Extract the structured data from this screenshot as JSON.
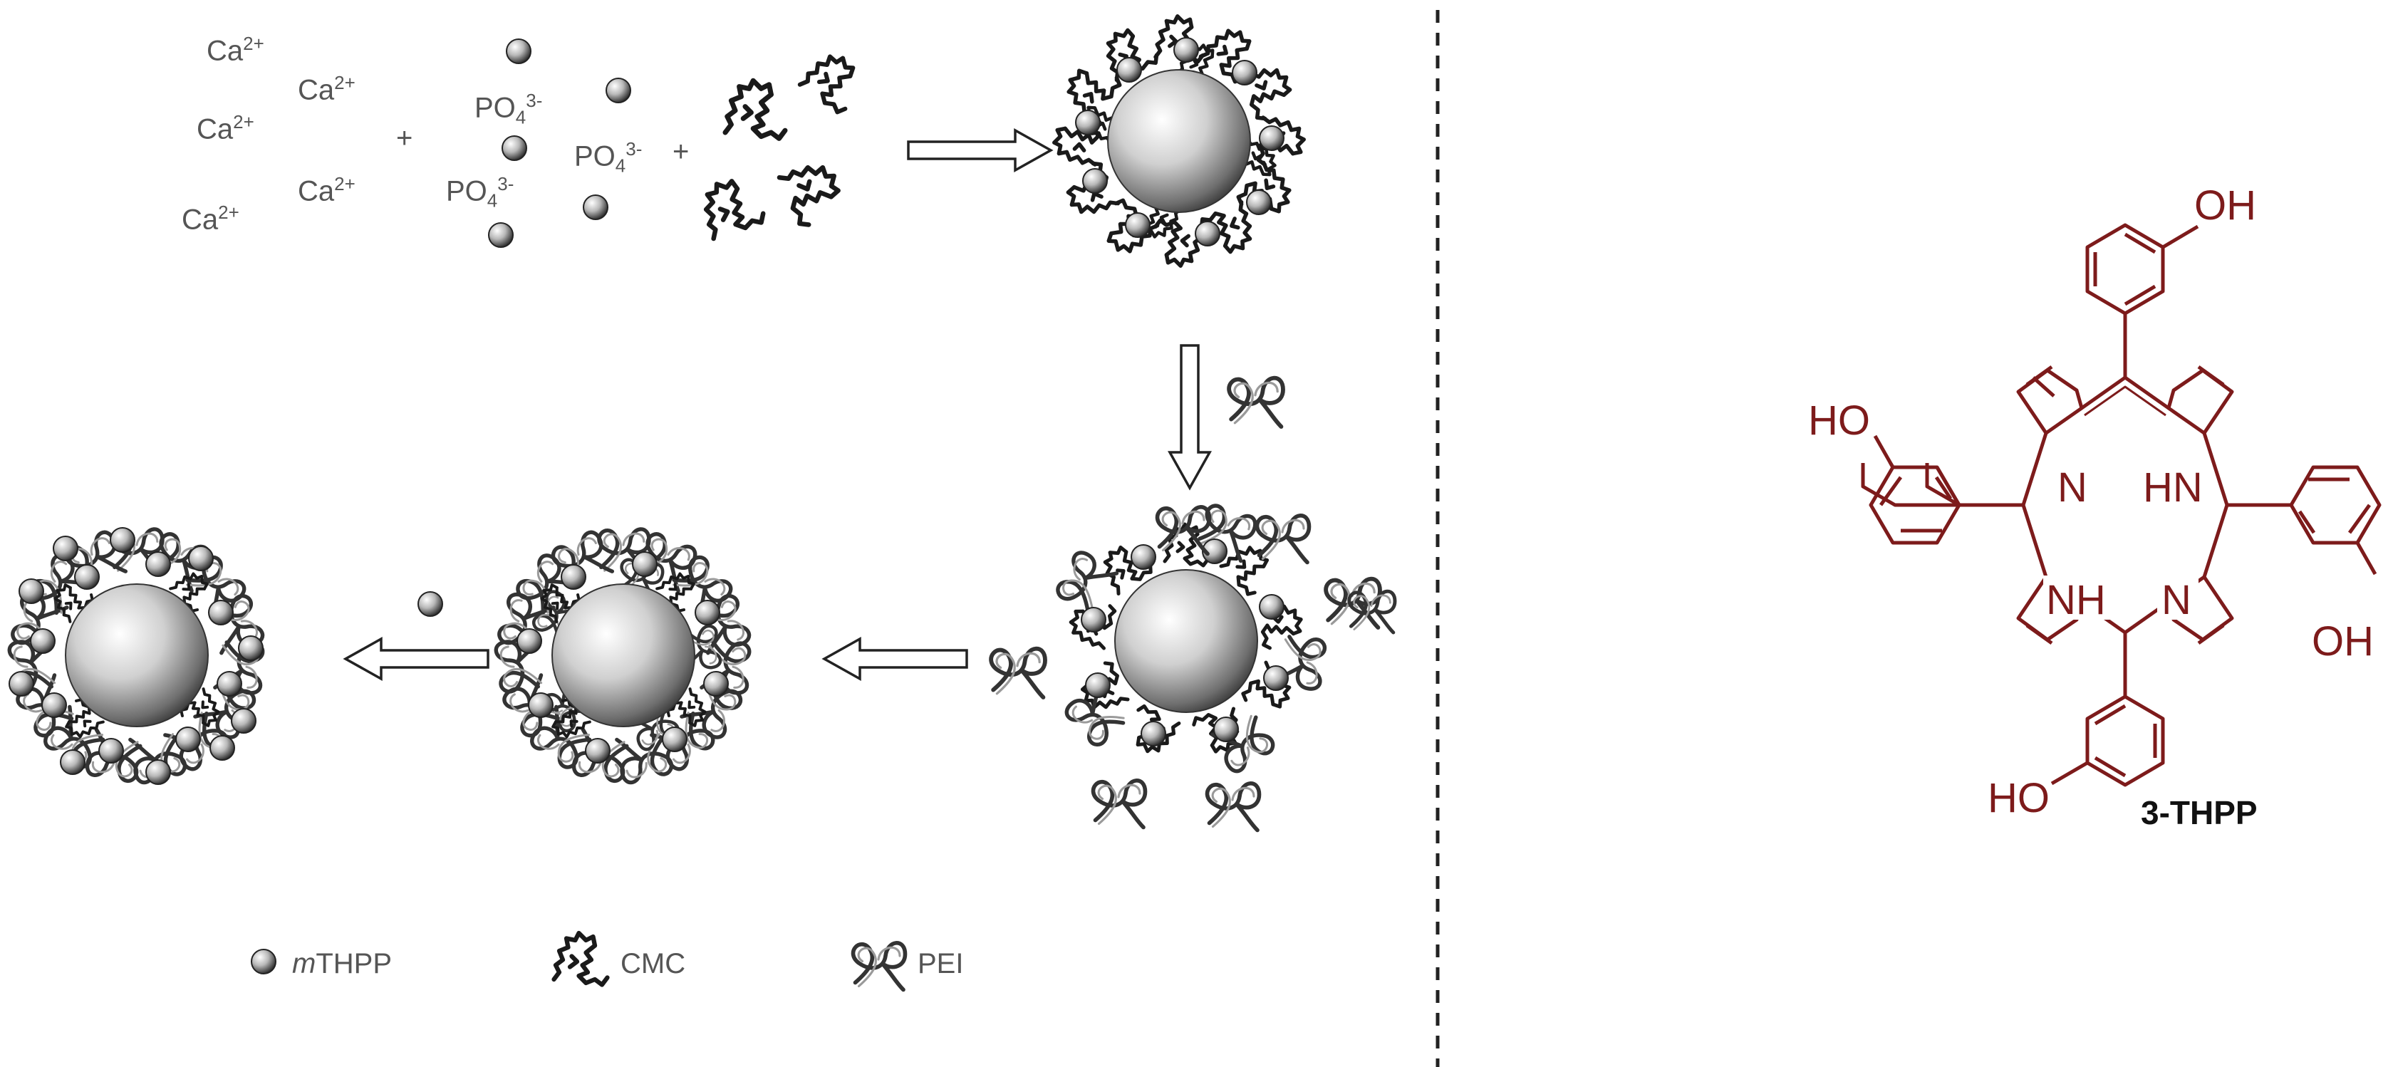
{
  "reagents": {
    "ion_ca": "Ca",
    "ion_ca_charge": "2+",
    "ion_po": "PO",
    "ion_po_sub": "4",
    "ion_po_charge": "3-",
    "plus": "+"
  },
  "legend": {
    "mthpp_prefix": "m",
    "mthpp_rest": "THPP",
    "cmc": "CMC",
    "pei": "PEI"
  },
  "molecule": {
    "compound_label": "3-THPP",
    "atoms": {
      "oh": "OH",
      "ho": "HO",
      "n": "N",
      "hn": "HN",
      "nh": "NH"
    }
  },
  "colors": {
    "molecule": "#7d1b1b",
    "ion_text": "#555555",
    "polymer": "#1a1a1a"
  }
}
